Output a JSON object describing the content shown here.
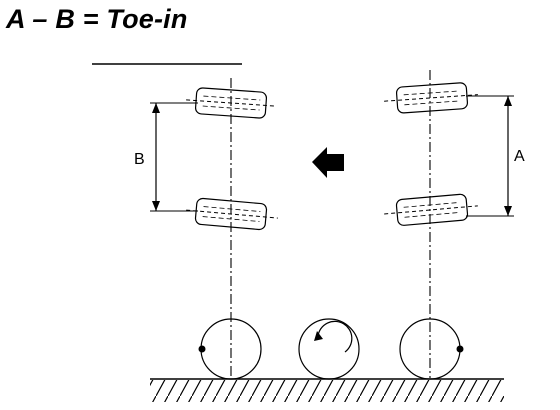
{
  "title": "A – B = Toe-in",
  "labels": {
    "b": "B",
    "a": "A"
  },
  "icons": {
    "direction": "left-arrow-icon",
    "rotation": "curved-arrow-icon"
  }
}
